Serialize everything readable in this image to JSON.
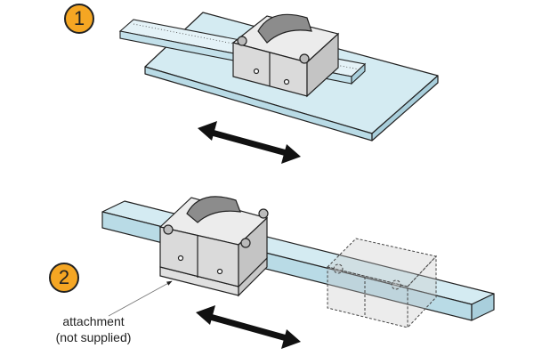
{
  "steps": [
    {
      "number": "1"
    },
    {
      "number": "2"
    }
  ],
  "callout": {
    "line1": "attachment",
    "line2": "(not supplied)"
  },
  "colors": {
    "badge": "#f5a623",
    "rail": "#d4ebf2",
    "block": "#d9d9d9",
    "outline": "#222222"
  }
}
